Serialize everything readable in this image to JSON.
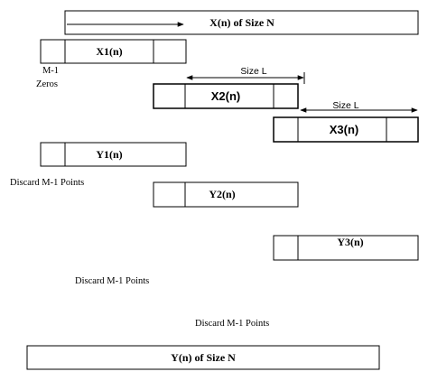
{
  "labels": {
    "x_total": "X(n) of Size N",
    "x1": "X1(n)",
    "m1": "M-1",
    "zeros": "Zeros",
    "size_l_1": "Size  L",
    "x2": "X2(n)",
    "size_l_2": "Size  L",
    "x3": "X3(n)",
    "y1": "Y1(n)",
    "discard_1": "Discard M-1 Points",
    "y2": "Y2(n)",
    "y3": "Y3(n)",
    "discard_2": "Discard M-1 Points",
    "discard_3": "Discard M-1 Points",
    "y_total": "Y(n) of Size N"
  },
  "colors": {
    "stroke": "#000000",
    "text": "#000000",
    "background": "#ffffff"
  }
}
